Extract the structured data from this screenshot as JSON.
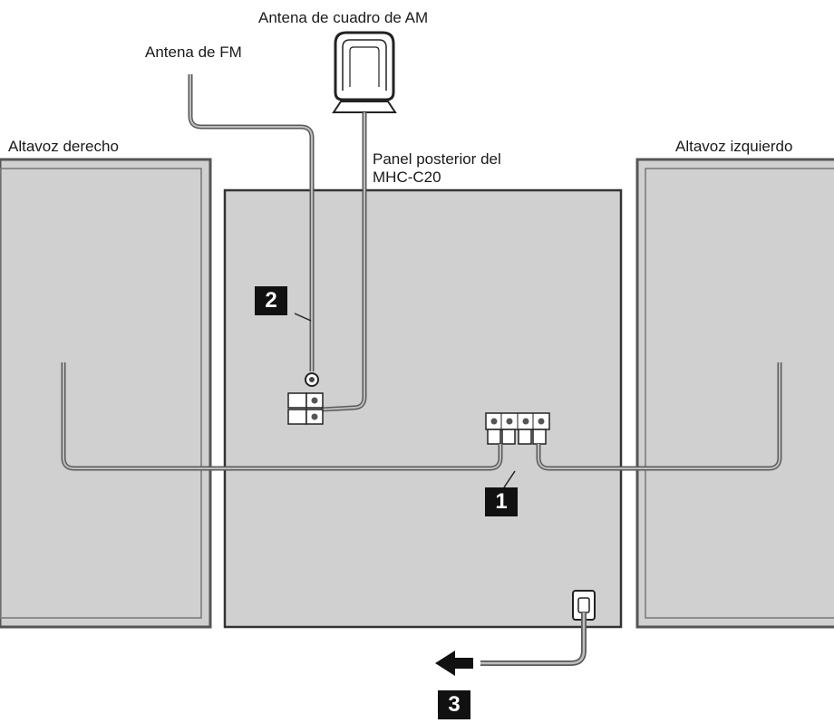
{
  "labels": {
    "am_antenna": "Antena de cuadro de AM",
    "fm_antenna": "Antena de FM",
    "right_speaker": "Altavoz derecho",
    "left_speaker": "Altavoz izquierdo",
    "rear_panel_line1": "Panel posterior del",
    "rear_panel_line2": "MHC-C20"
  },
  "steps": {
    "step1": "1",
    "step2": "2",
    "step3": "3"
  },
  "colors": {
    "panel_fill": "#d0d0d0",
    "cable": "#8a8a8a",
    "badge": "#111111",
    "text": "#1a1a1a"
  }
}
